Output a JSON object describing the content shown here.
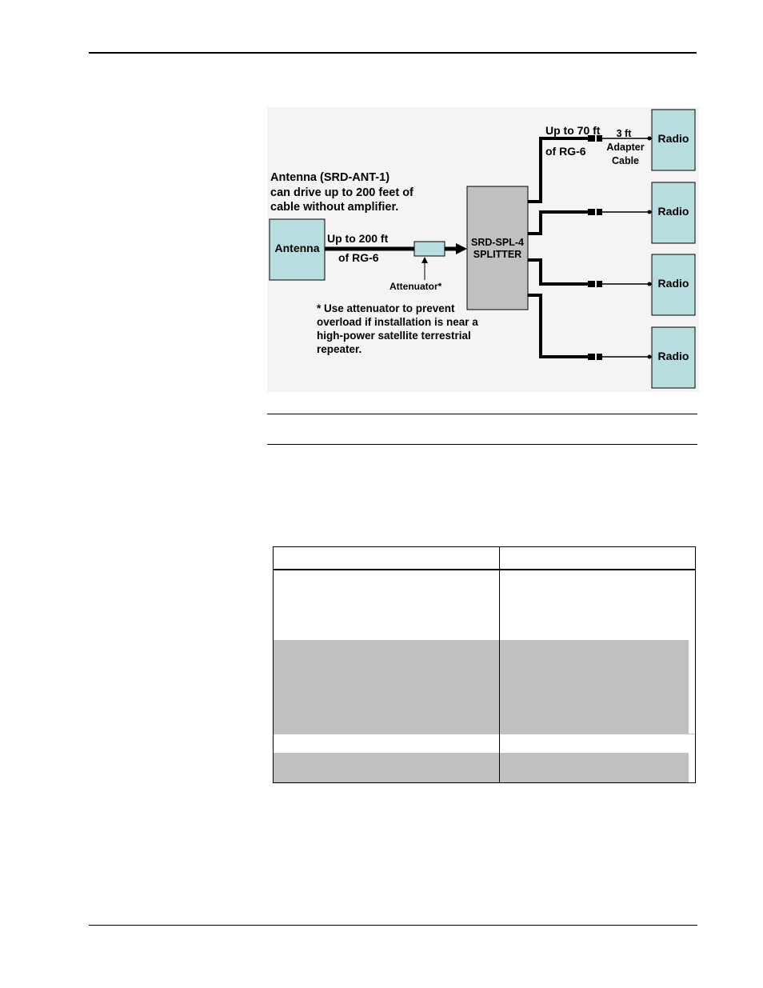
{
  "diagram": {
    "antenna_note": [
      "Antenna (SRD-ANT-1)",
      "can drive up to 200 feet of",
      "cable without amplifier."
    ],
    "antenna_label": "Antenna",
    "cable_main": [
      "Up to 200 ft",
      "of RG-6"
    ],
    "attenuator_label": "Attenuator*",
    "splitter_label": [
      "SRD-SPL-4",
      "SPLITTER"
    ],
    "cable_branch": [
      "Up to 70 ft",
      "of RG-6"
    ],
    "adapter": [
      "3 ft",
      "Adapter",
      "Cable"
    ],
    "radio_labels": [
      "Radio",
      "Radio",
      "Radio",
      "Radio"
    ],
    "footnote": [
      "* Use attenuator to prevent",
      "overload if installation is near a",
      "high-power satellite terrestrial",
      "repeater."
    ]
  },
  "colors": {
    "box_fill": "#b8dde0",
    "splitter_fill": "#c0c0c0",
    "row_shade": "#c0c0c0"
  },
  "table": {
    "headers": [
      "",
      ""
    ],
    "rows": [
      [
        "",
        ""
      ],
      [
        "",
        ""
      ],
      [
        "",
        ""
      ],
      [
        "",
        ""
      ]
    ]
  }
}
